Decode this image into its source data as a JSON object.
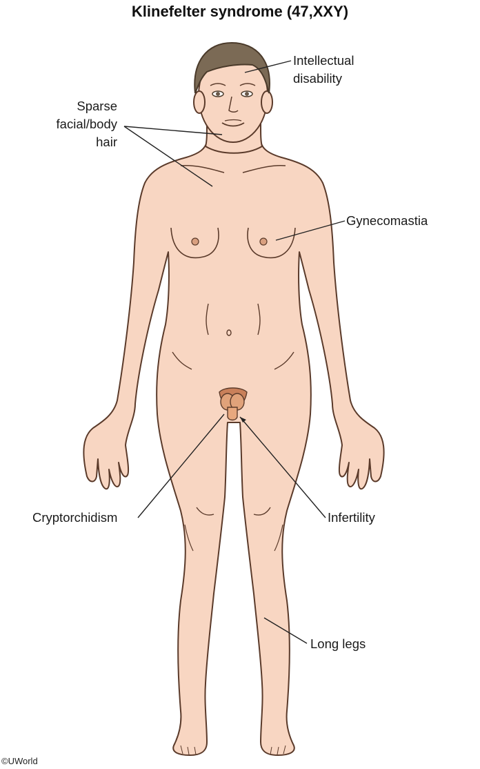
{
  "title": "Klinefelter syndrome (47,XXY)",
  "labels": {
    "intellectual_disability": "Intellectual\ndisability",
    "sparse_hair": "Sparse\nfacial/body\nhair",
    "gynecomastia": "Gynecomastia",
    "cryptorchidism": "Cryptorchidism",
    "infertility": "Infertility",
    "long_legs": "Long legs"
  },
  "credit": "©UWorld",
  "colors": {
    "skin": "#f8d6c2",
    "outline": "#5a3a2a",
    "hair": "#7b6a55",
    "genital": "#d9906a",
    "line": "#222222"
  }
}
